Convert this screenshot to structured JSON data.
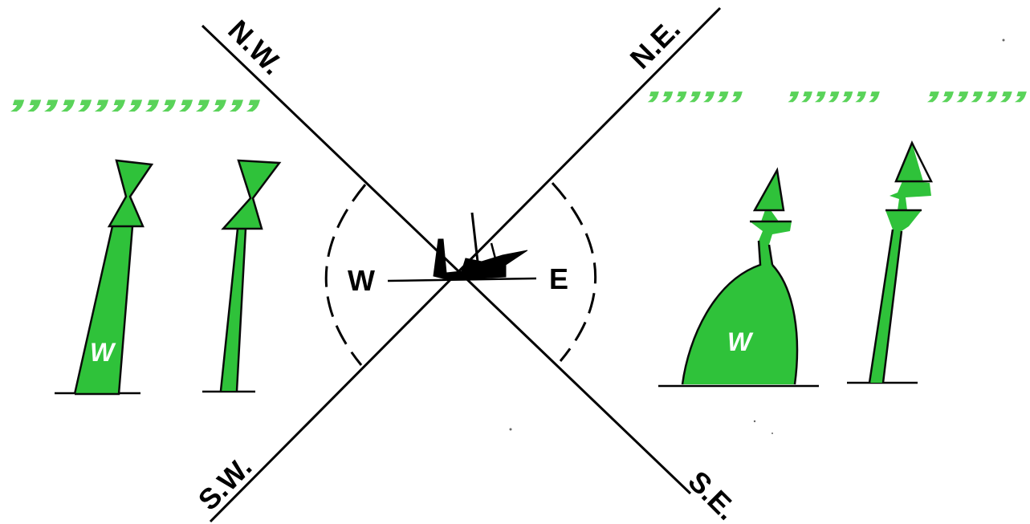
{
  "colors": {
    "buoy_green": "#2fc23a",
    "drop_green": "#5ad35a",
    "ink": "#000000",
    "background": "#ffffff"
  },
  "compass": {
    "nw": "N.W.",
    "ne": "N.E.",
    "sw": "S.W.",
    "se": "S.E.",
    "west": "W",
    "east": "E"
  },
  "buoys": {
    "west_spar_label": "W",
    "east_pillar_label": "W"
  },
  "drops": {
    "left_row": "’’’’’’’’’’’’’’’",
    "right_row_1": "’’’’’’’",
    "right_row_2": "’’’’’’’",
    "right_row_3": "’’’’’’’"
  }
}
